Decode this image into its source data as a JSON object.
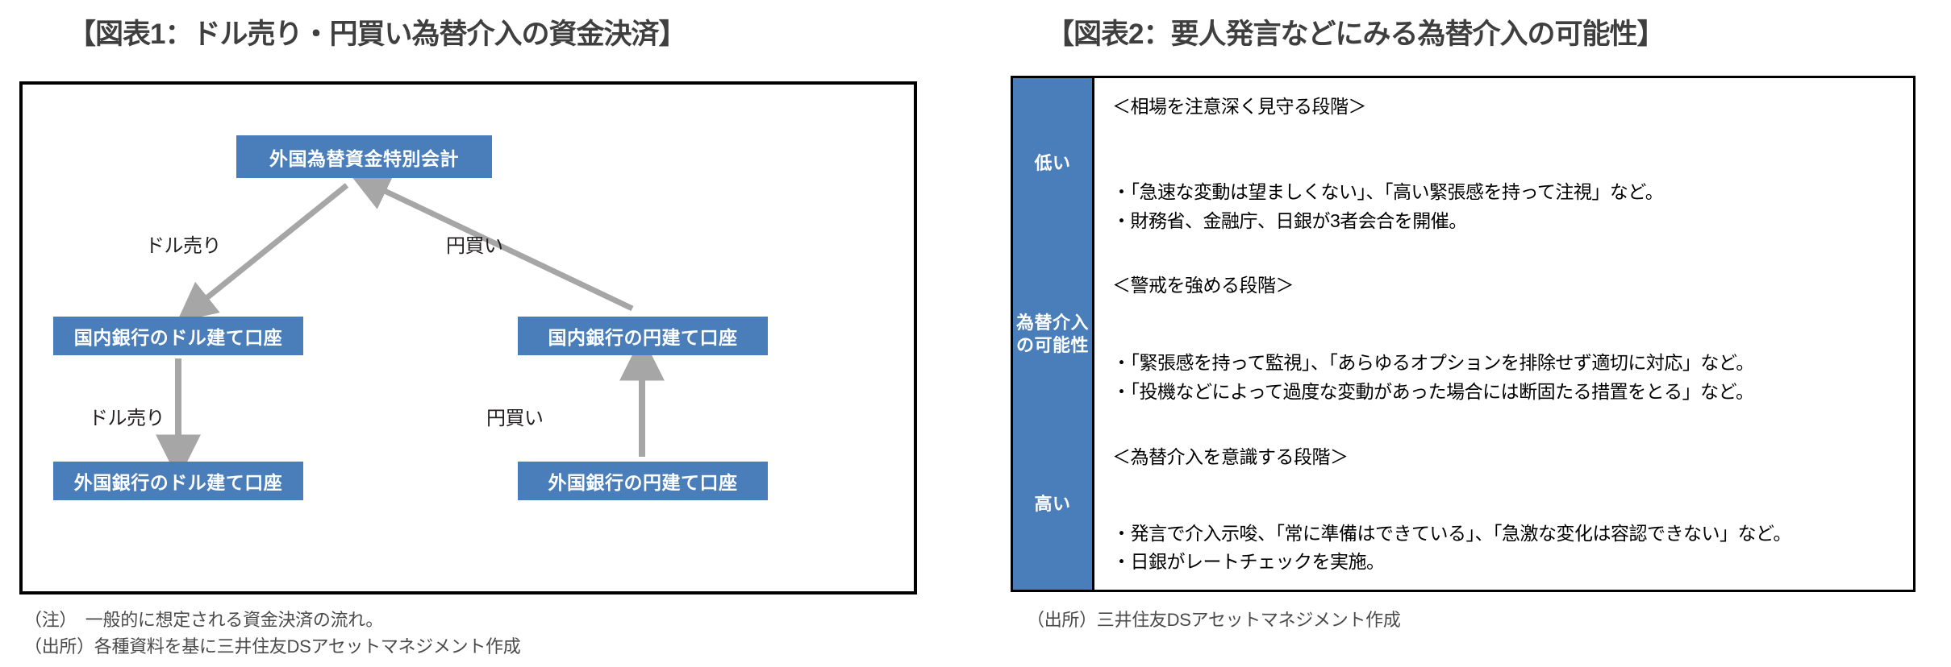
{
  "figure1": {
    "title": "【図表1：ドル売り・円買い為替介入の資金決済】",
    "boxes": {
      "top": "外国為替資金特別会計",
      "mid_left": "国内銀行のドル建て口座",
      "mid_right": "国内銀行の円建て口座",
      "bottom_left": "外国銀行のドル建て口座",
      "bottom_right": "外国銀行の円建て口座"
    },
    "arrow_labels": {
      "diagonal_left": "ドル売り",
      "diagonal_right": "円買い",
      "vertical_left": "ドル売り",
      "vertical_right": "円買い"
    },
    "notes": [
      "（注）　一般的に想定される資金決済の流れ。",
      "（出所）各種資料を基に三井住友DSアセットマネジメント作成"
    ],
    "colors": {
      "box_fill": "#4a7ebb",
      "box_text": "#ffffff",
      "arrow": "#a6a6a6",
      "frame": "#000000"
    }
  },
  "figure2": {
    "title": "【図表2：要人発言などにみる為替介入の可能性】",
    "axis_label_cells": [
      "低い",
      "為替介入\nの可能性",
      "高い"
    ],
    "rows": [
      {
        "likelihood": "低い",
        "stage_heading": "＜相場を注意深く見守る段階＞",
        "bullets": [
          "・「急速な変動は望ましくない」、「高い緊張感を持って注視」など。",
          "・財務省、金融庁、日銀が3者会合を開催。"
        ]
      },
      {
        "likelihood": "為替介入\nの可能性",
        "stage_heading": "＜警戒を強める段階＞",
        "bullets": [
          "・「緊張感を持って監視」、「あらゆるオプションを排除せず適切に対応」など。",
          "・「投機などによって過度な変動があった場合には断固たる措置をとる」など。"
        ]
      },
      {
        "likelihood": "高い",
        "stage_heading": "＜為替介入を意識する段階＞",
        "bullets": [
          "・発言で介入示唆、「常に準備はできている」、「急激な変化は容認できない」など。",
          "・日銀がレートチェックを実施。"
        ]
      }
    ],
    "notes": [
      "（出所）三井住友DSアセットマネジメント作成"
    ],
    "colors": {
      "header_fill": "#4a7ebb",
      "header_text": "#ffffff",
      "border": "#000000"
    }
  }
}
